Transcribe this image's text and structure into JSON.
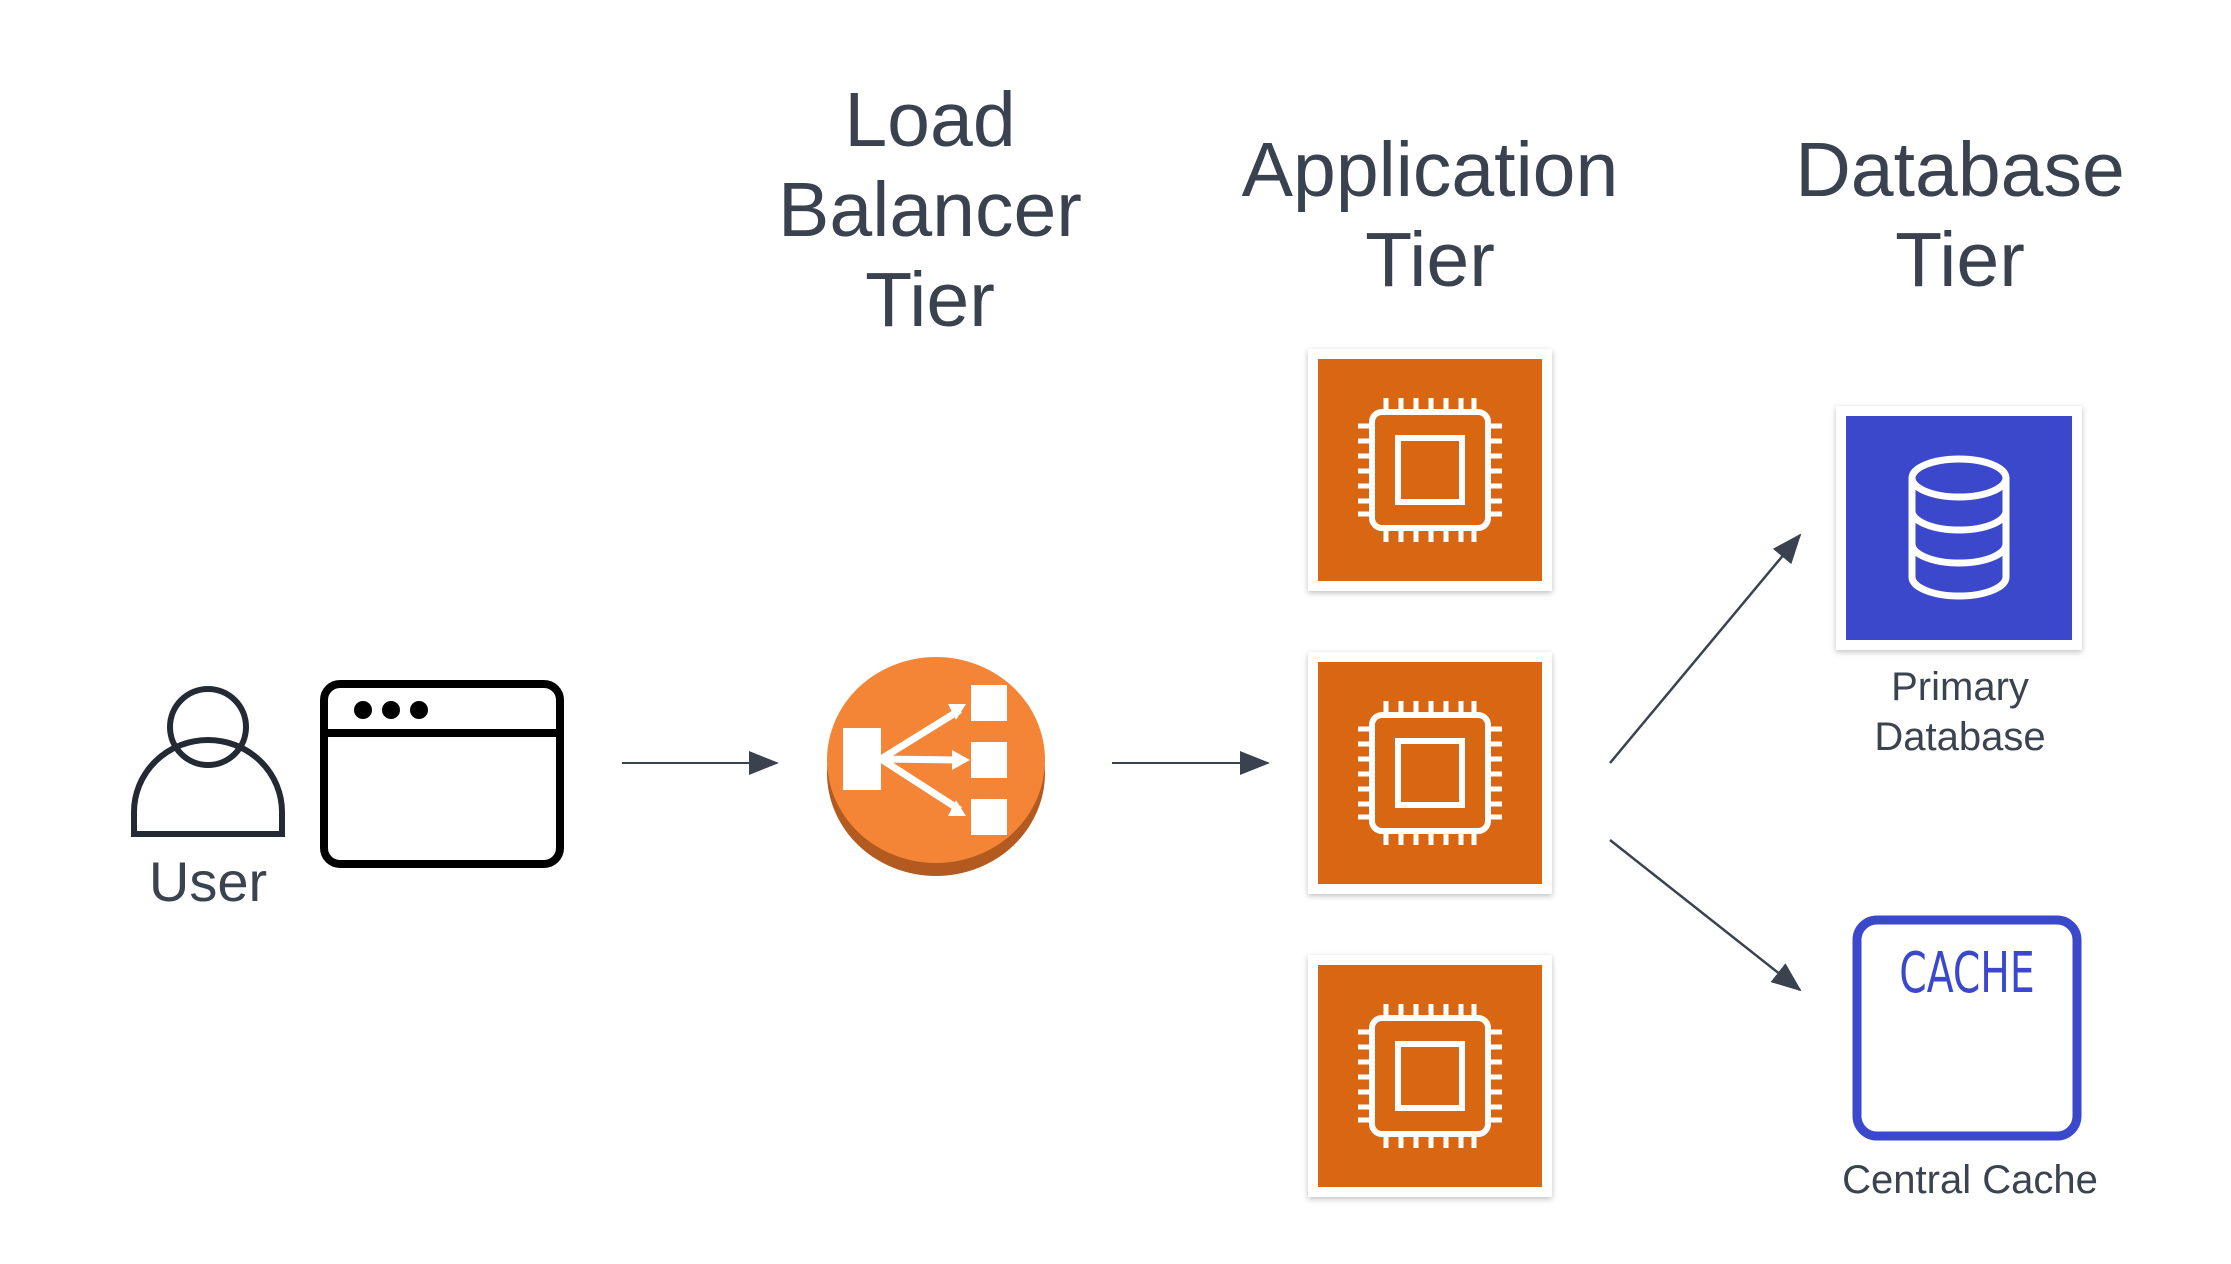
{
  "tiers": {
    "load_balancer": [
      "Load",
      "Balancer",
      "Tier"
    ],
    "application": [
      "Application",
      "Tier"
    ],
    "database": [
      "Database",
      "Tier"
    ]
  },
  "user": {
    "label": "User"
  },
  "primary_database": {
    "label_lines": [
      "Primary",
      "Database"
    ]
  },
  "cache": {
    "icon_text": "CACHE",
    "label": "Central Cache"
  },
  "colors": {
    "ec2_orange": "#D86613",
    "elb_orange": "#F58536",
    "elb_shadow": "#B35A20",
    "database_blue": "#3B48CC",
    "text_dark": "#39424E",
    "arrow": "#3A4250"
  },
  "icons": {
    "user": "user-icon",
    "browser": "browser-window-icon",
    "load_balancer": "elastic-load-balancer-icon",
    "app_server": "ec2-instance-chip-icon",
    "database": "database-icon",
    "cache": "cache-icon"
  }
}
